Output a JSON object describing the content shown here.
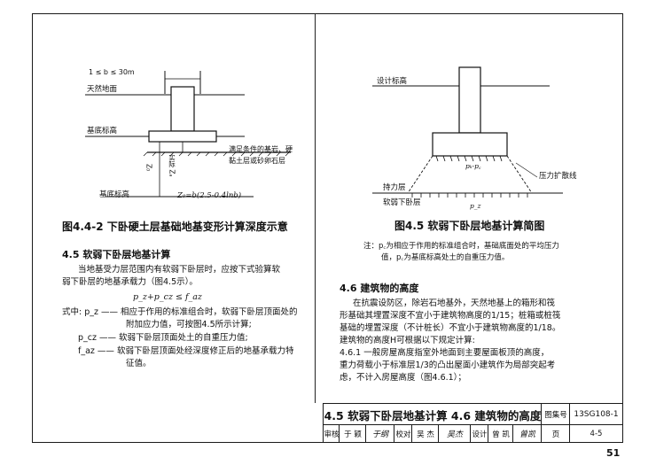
{
  "figure1": {
    "width_label": "1 ≤ b ≤ 30m",
    "natural_ground": "天然地面",
    "base_elev": "基底标高",
    "hard_layer_note_1": "满足条件的基岩、硬",
    "hard_layer_note_2": "黏土层或砂卵石层",
    "actual_depth": "实际 Zₐ",
    "z0_label": "Z₀",
    "base_elev_bottom": "基底标高",
    "formula": "Z₀=b(2.5-0.4lnb)",
    "caption": "图4.4-2  下卧硬土层基础地基变形计算深度示意"
  },
  "figure2": {
    "design_elev": "设计标高",
    "pk_pc": "pₖ-p꜀",
    "pressure_spread": "压力扩散线",
    "bearing_layer": "持力层",
    "weak_layer": "软弱下卧层",
    "pz": "p_z",
    "caption": "图4.5  软弱下卧层地基计算简图",
    "note_1": "注：p꜀为相应于作用的标准组合时，基础底面处的平均压力",
    "note_2": "值，p꜀为基底标高处土的自重压力值。"
  },
  "section45": {
    "heading": "4.5  软弱下卧层地基计算",
    "p1": "当地基受力层范围内有软弱下卧层时，应按下式验算软",
    "p2": "弱下卧层的地基承载力（图4.5示）。",
    "formula": "p_z+p_cz ≤ f_az",
    "d1": "式中: p_z —— 相应于作用的标准组合时，软弱下卧层顶面处的",
    "d1b": "附加应力值，可按图4.5所示计算;",
    "d2": "p_cz —— 软弱下卧层顶面处土的自重压力值;",
    "d3": "f_az —— 软弱下卧层顶面处经深度修正后的地基承载力特",
    "d3b": "征值。"
  },
  "section46": {
    "heading": "4.6  建筑物的高度",
    "l1": "在抗震设防区，除岩石地基外，天然地基上的箱形和筏",
    "l2": "形基础其埋置深度不宜小于建筑物高度的1/15；桩箱或桩筏",
    "l3": "基础的埋置深度（不计桩长）不宜小于建筑物高度的1/18。",
    "l4": "建筑物的高度H可根据以下规定计算:",
    "l5": "4.6.1  一般房屋高度指室外地面到主要屋面板顶的高度，",
    "l6": "重力荷载小于标准层1/3的凸出屋面小建筑作为局部突起考",
    "l7": "虑，不计入房屋高度（图4.6.1）；"
  },
  "titleblock": {
    "title": "4.5 软弱下卧层地基计算   4.6 建筑物的高度",
    "atlas_label": "图集号",
    "atlas_no": "13SG108-1",
    "review": "审核",
    "review_name": "于 颖",
    "review_sig": "于纲",
    "check": "校对",
    "check_name": "吴 杰",
    "check_sig": "吴杰",
    "design": "设计",
    "design_name": "曾 凯",
    "design_sig": "曾凯",
    "page_label": "页",
    "page_no": "4-5"
  },
  "page_number": "51"
}
